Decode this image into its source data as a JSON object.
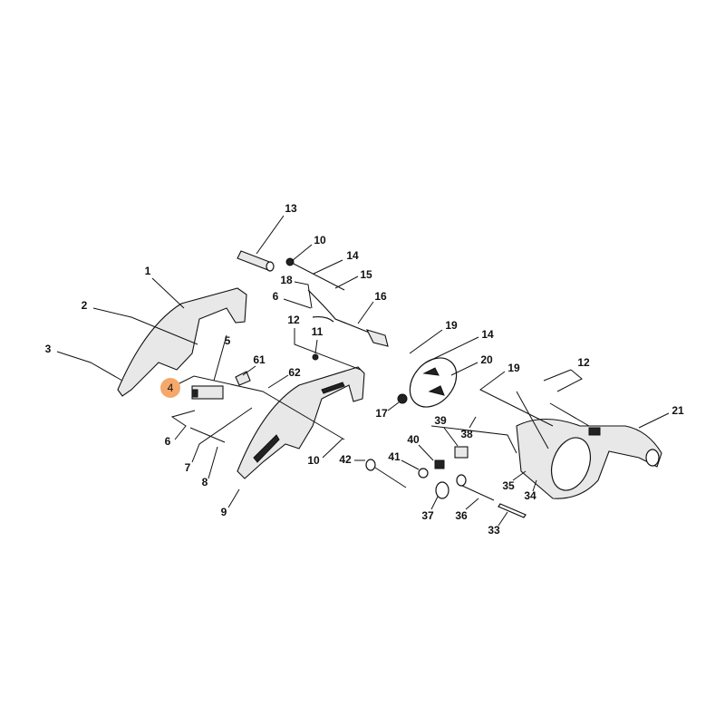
{
  "diagram": {
    "type": "exploded-parts-diagram",
    "highlight_color": "#f5a86a",
    "highlighted_part": "4",
    "labels": [
      "13",
      "10",
      "14",
      "18",
      "15",
      "6",
      "16",
      "1",
      "2",
      "12",
      "11",
      "19",
      "14",
      "5",
      "61",
      "62",
      "3",
      "4",
      "20",
      "19",
      "12",
      "21",
      "17",
      "39",
      "38",
      "40",
      "6",
      "10",
      "42",
      "41",
      "7",
      "8",
      "35",
      "34",
      "9",
      "37",
      "36",
      "33"
    ]
  }
}
